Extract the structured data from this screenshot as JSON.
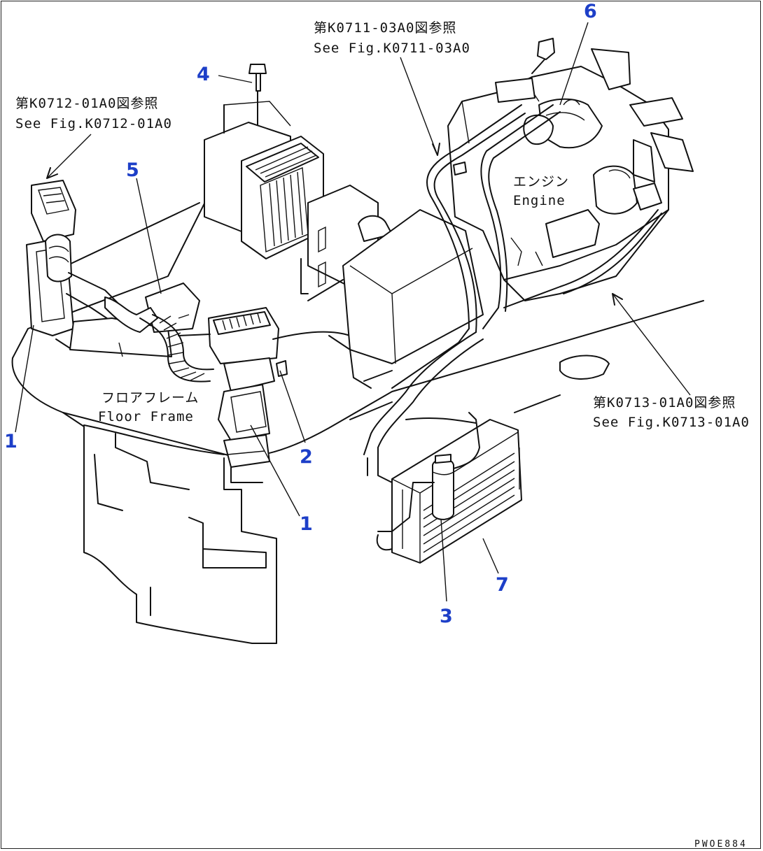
{
  "references": {
    "top": {
      "jp": "第K0711-03A0図参照",
      "en": "See Fig.K0711-03A0"
    },
    "left": {
      "jp": "第K0712-01A0図参照",
      "en": "See Fig.K0712-01A0"
    },
    "right": {
      "jp": "第K0713-01A0図参照",
      "en": "See Fig.K0713-01A0"
    }
  },
  "labels": {
    "engine_jp": "エンジン",
    "engine_en": "Engine",
    "floor_jp": "フロアフレーム",
    "floor_en": "Floor Frame"
  },
  "callouts": {
    "c1_left": "1",
    "c1_center": "1",
    "c2": "2",
    "c3": "3",
    "c4": "4",
    "c5": "5",
    "c6": "6",
    "c7": "7"
  },
  "drawing_code": "PWOE884",
  "colors": {
    "callout": "#1d3fc8",
    "line": "#111111",
    "background": "#ffffff"
  }
}
